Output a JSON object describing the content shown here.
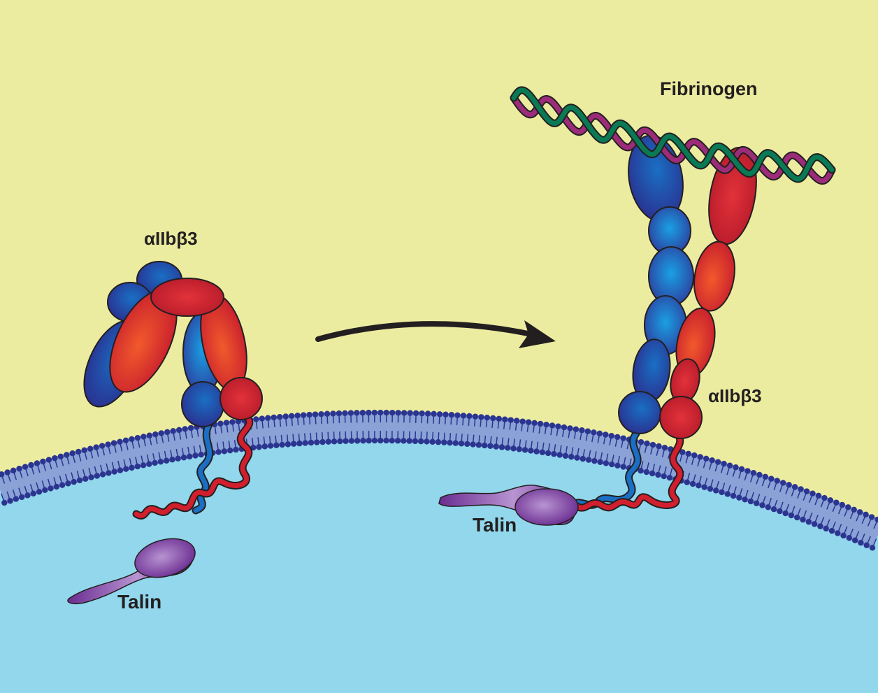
{
  "labels": {
    "integrin_inactive": "αIIbβ3",
    "integrin_active": "αIIbβ3",
    "fibrinogen": "Fibrinogen",
    "talin_free": "Talin",
    "talin_bound": "Talin"
  },
  "colors": {
    "extracellular": "#ececa0",
    "cytoplasm": "#92d7ec",
    "membrane_band": "#8aa2d6",
    "lipid_head": "#2b3590",
    "alpha_subunit": "#2c3d9c",
    "alpha_light": "#1a9ee0",
    "beta_subunit": "#c81e2e",
    "beta_light": "#f05a2a",
    "talin": "#7a3a9c",
    "talin_light": "#b892d0",
    "fibrinogen_strand_a": "#0a7a55",
    "fibrinogen_strand_b": "#9c2c7a",
    "arrow": "#231f20"
  }
}
